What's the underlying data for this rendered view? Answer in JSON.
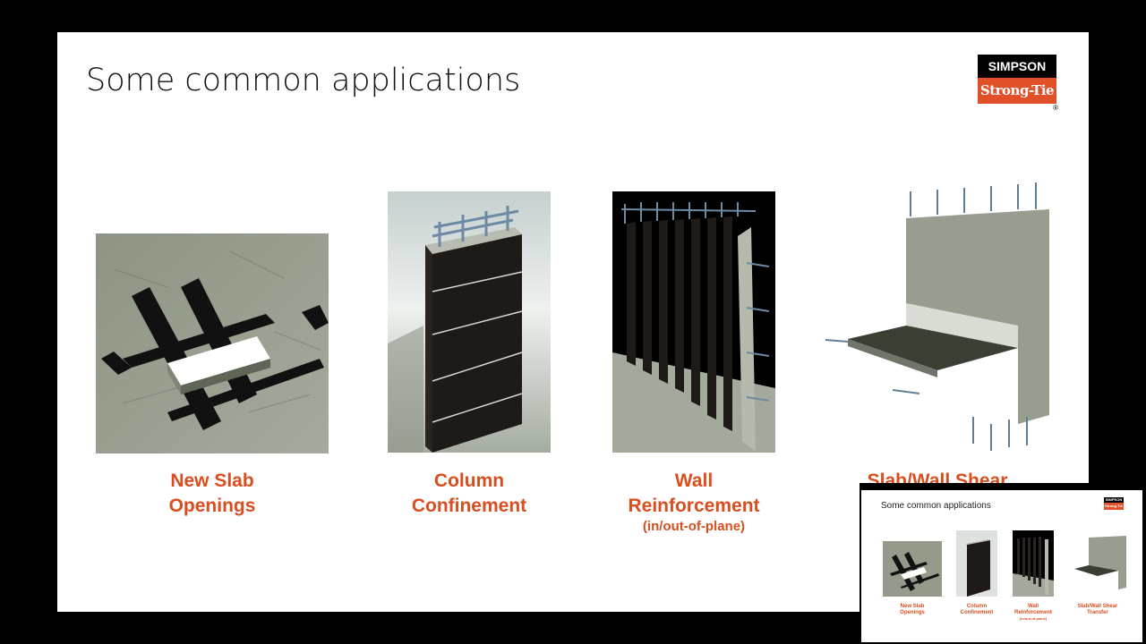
{
  "slide": {
    "title": "Some common applications",
    "logo": {
      "top": "SIMPSON",
      "bottom": "Strong-Tie",
      "mark": "®"
    },
    "applications": [
      {
        "line1": "New Slab",
        "line2": "Openings",
        "sub": ""
      },
      {
        "line1": "Column",
        "line2": "Confinement",
        "sub": ""
      },
      {
        "line1": "Wall",
        "line2": "Reinforcement",
        "sub": "(in/out-of-plane)"
      },
      {
        "line1": "Slab/Wall Shear",
        "line2": "",
        "sub": ""
      }
    ]
  },
  "thumbnail": {
    "title": "Some common applications",
    "logo_top": "SIMPSON",
    "logo_bottom": "Strong-Tie",
    "captions": [
      {
        "line1": "New Slab",
        "line2": "Openings",
        "sub": ""
      },
      {
        "line1": "Column",
        "line2": "Confinement",
        "sub": ""
      },
      {
        "line1": "Wall",
        "line2": "Reinforcement",
        "sub": "(in/out-of-plane)"
      },
      {
        "line1": "Slab/Wall Shear",
        "line2": "Transfer",
        "sub": ""
      }
    ]
  },
  "colors": {
    "accent": "#d94e1f",
    "logo_orange": "#e2502a",
    "concrete": "#8e9585",
    "frp": "#1e1a18"
  }
}
